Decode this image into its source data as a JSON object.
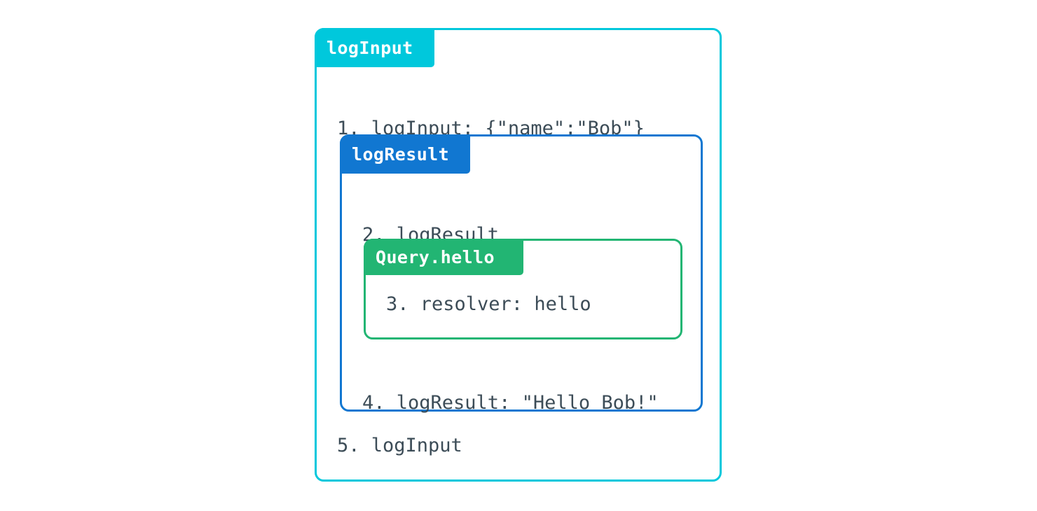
{
  "diagram": {
    "type": "nested-execution-trace",
    "background_color": "#ffffff",
    "text_color": "#3c4c57",
    "boxes": [
      {
        "id": "logInput",
        "label": "logInput",
        "color": "#00c8dc",
        "level": 0,
        "lines": [
          {
            "number": "1.",
            "text": "1. logInput: {\"name\":\"Bob\"}"
          },
          {
            "number": "5.",
            "text": "5. logInput"
          }
        ]
      },
      {
        "id": "logResult",
        "label": "logResult",
        "color": "#1177d1",
        "level": 1,
        "lines": [
          {
            "number": "2.",
            "text": "2. logResult"
          },
          {
            "number": "4.",
            "text": "4. logResult: \"Hello Bob!\""
          }
        ]
      },
      {
        "id": "Query.hello",
        "label": "Query.hello",
        "color": "#22b573",
        "level": 2,
        "lines": [
          {
            "number": "3.",
            "text": "3. resolver: hello"
          }
        ]
      }
    ],
    "lines": {
      "line1": "1. logInput: {\"name\":\"Bob\"}",
      "line2": "2. logResult",
      "line3": "3. resolver: hello",
      "line4": "4. logResult: \"Hello Bob!\"",
      "line5": "5. logInput"
    },
    "labels": {
      "outer": "logInput",
      "middle": "logResult",
      "inner": "Query.hello"
    }
  }
}
